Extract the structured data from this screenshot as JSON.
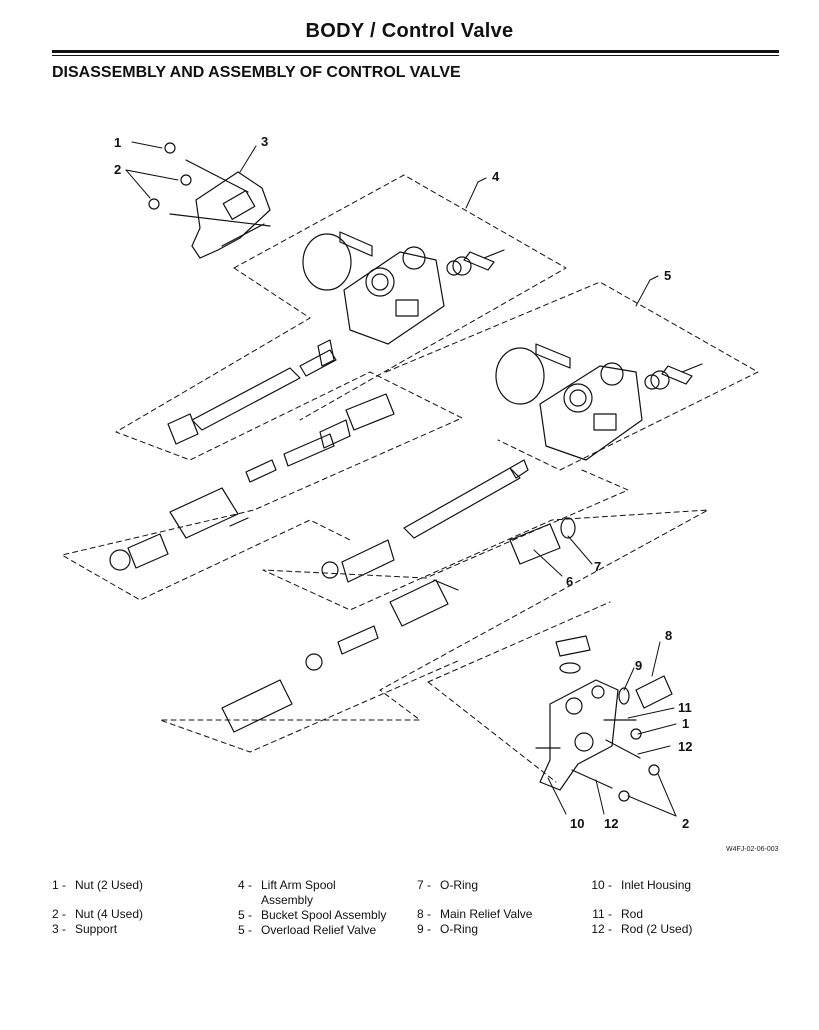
{
  "header": {
    "title": "BODY / Control Valve"
  },
  "section": {
    "title": "DISASSEMBLY AND ASSEMBLY OF CONTROL VALVE"
  },
  "figure": {
    "code": "W4FJ-02-06-003",
    "callouts": {
      "c1": "1",
      "c2": "2",
      "c3": "3",
      "c4": "4",
      "c5": "5",
      "c6": "6",
      "c7": "7",
      "c8": "8",
      "c9": "9",
      "c11": "11",
      "c1b": "1",
      "c12": "12",
      "c10": "10",
      "c12b": "12",
      "c2b": "2"
    }
  },
  "legend": {
    "col1": [
      {
        "num": "1 -",
        "text": "Nut (2 Used)"
      },
      {
        "num": "2 -",
        "text": "Nut (4 Used)"
      },
      {
        "num": "3 -",
        "text": "Support"
      }
    ],
    "col2": [
      {
        "num": "4 -",
        "text": "Lift Arm Spool",
        "text2": "Assembly"
      },
      {
        "num": "5 -",
        "text": "Bucket Spool Assembly"
      },
      {
        "num": "5 -",
        "text": "Overload Relief Valve"
      }
    ],
    "col3": [
      {
        "num": "7 -",
        "text": "O-Ring"
      },
      {
        "num": "8 -",
        "text": "Main Relief Valve"
      },
      {
        "num": "9 -",
        "text": "O-Ring"
      }
    ],
    "col4": [
      {
        "num": "10 -",
        "text": "Inlet Housing"
      },
      {
        "num": "11 -",
        "text": "Rod"
      },
      {
        "num": "12 -",
        "text": "Rod (2 Used)"
      }
    ]
  }
}
